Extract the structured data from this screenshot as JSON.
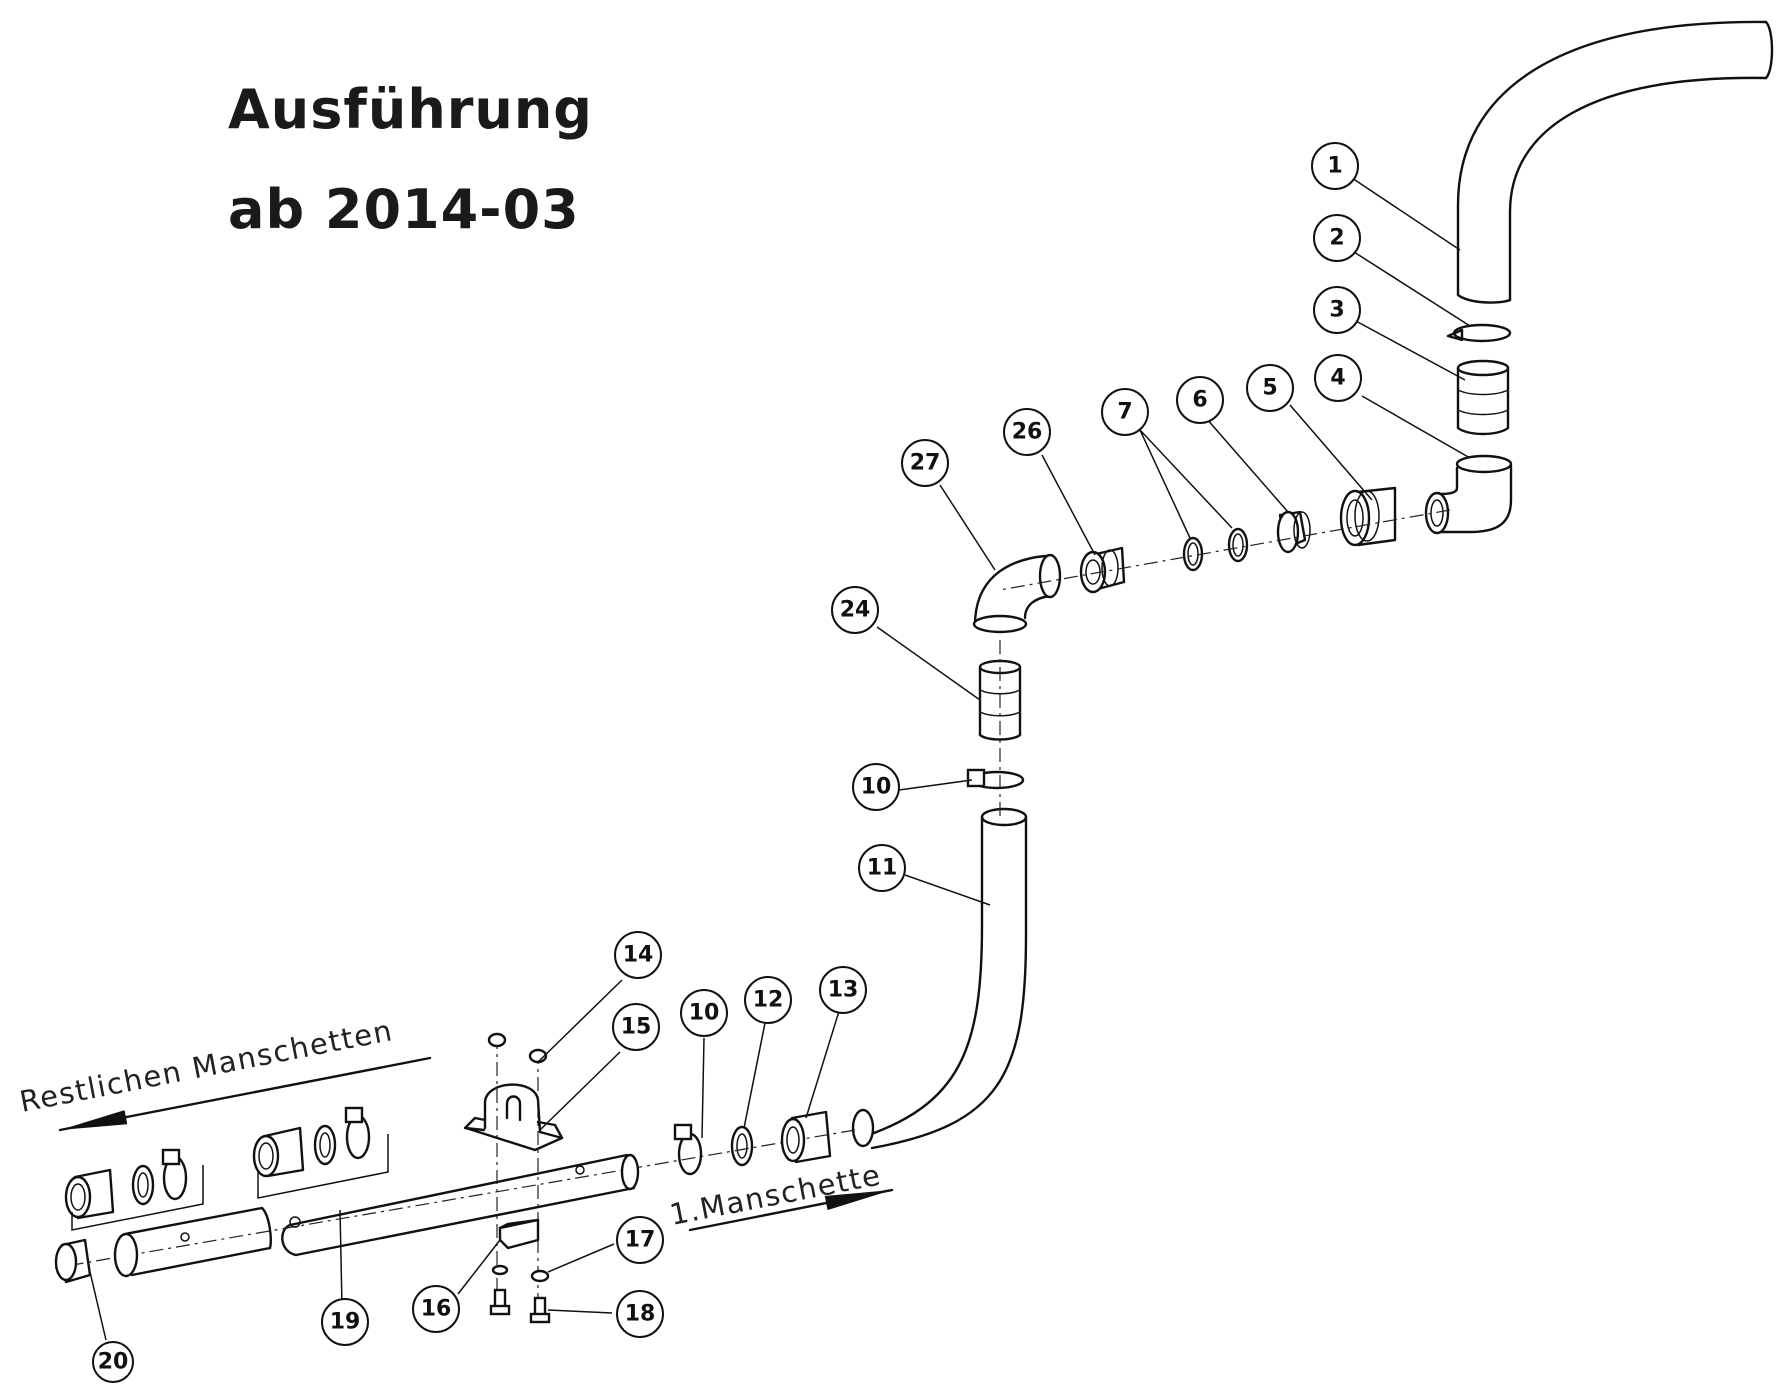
{
  "title": {
    "line1": "Ausführung",
    "line2": "ab 2014-03"
  },
  "annotations": {
    "left": "Restlichen Manschetten",
    "right": "1.Manschette"
  },
  "callouts": {
    "c1": "1",
    "c2": "2",
    "c3": "3",
    "c4": "4",
    "c5": "5",
    "c6": "6",
    "c7": "7",
    "c26": "26",
    "c27": "27",
    "c24": "24",
    "c10a": "10",
    "c11": "11",
    "c14": "14",
    "c15": "15",
    "c10b": "10",
    "c12": "12",
    "c13": "13",
    "c17": "17",
    "c18": "18",
    "c16": "16",
    "c19": "19",
    "c20": "20"
  }
}
